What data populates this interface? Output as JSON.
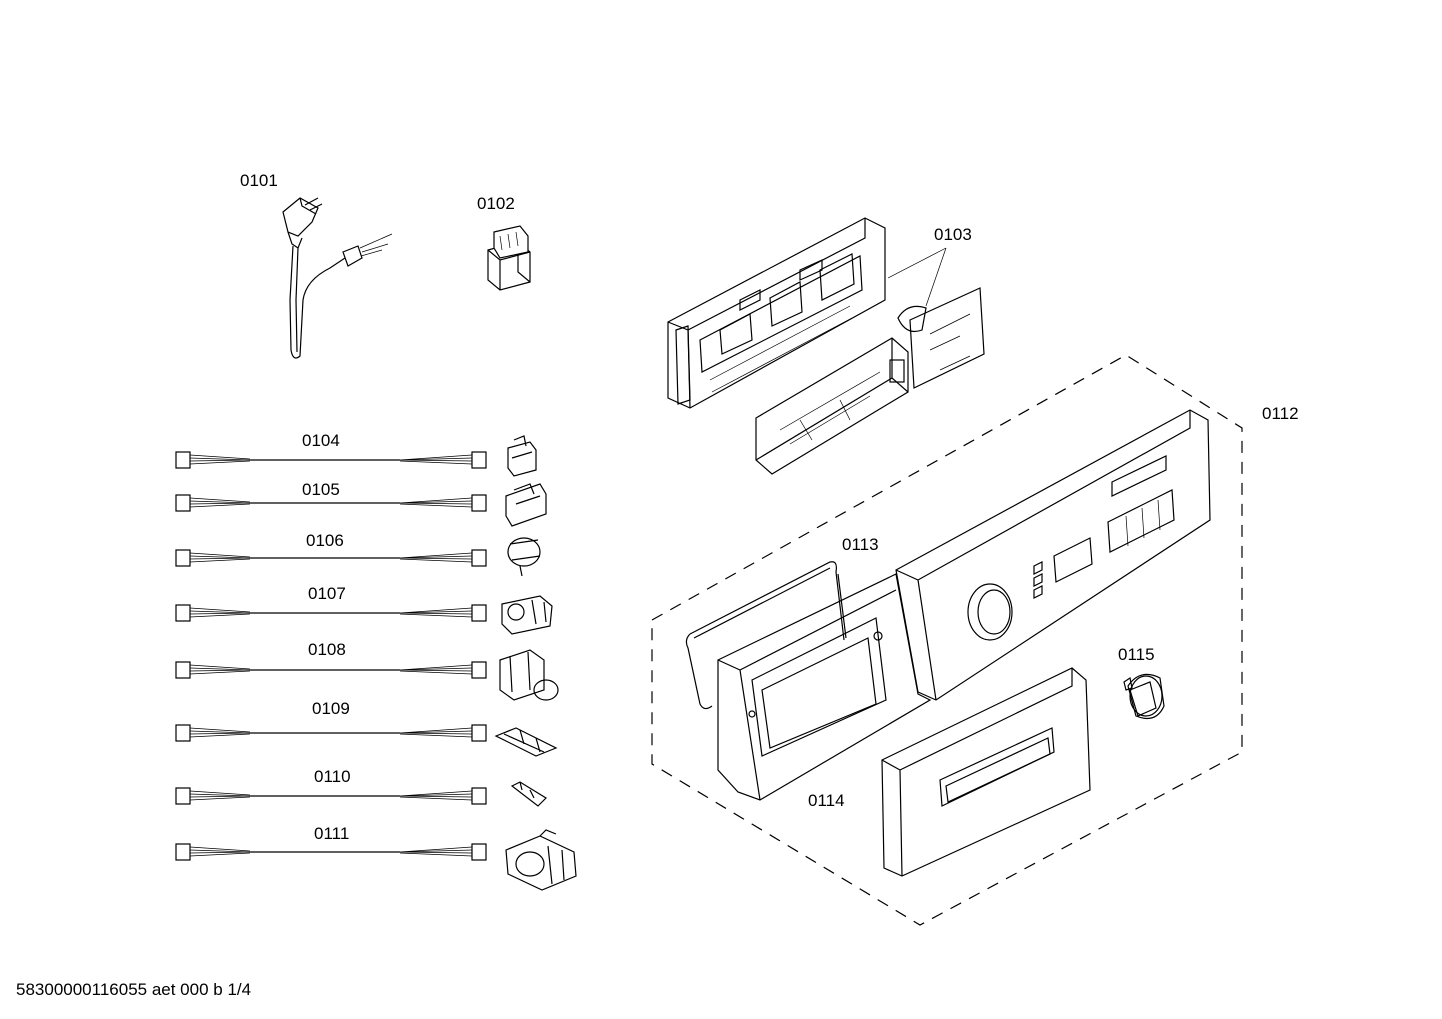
{
  "parts": {
    "p0101": "0101",
    "p0102": "0102",
    "p0103": "0103",
    "p0104": "0104",
    "p0105": "0105",
    "p0106": "0106",
    "p0107": "0107",
    "p0108": "0108",
    "p0109": "0109",
    "p0110": "0110",
    "p0111": "0111",
    "p0112": "0112",
    "p0113": "0113",
    "p0114": "0114",
    "p0115": "0115"
  },
  "footer": "58300000116055 aet 000 b 1/4"
}
